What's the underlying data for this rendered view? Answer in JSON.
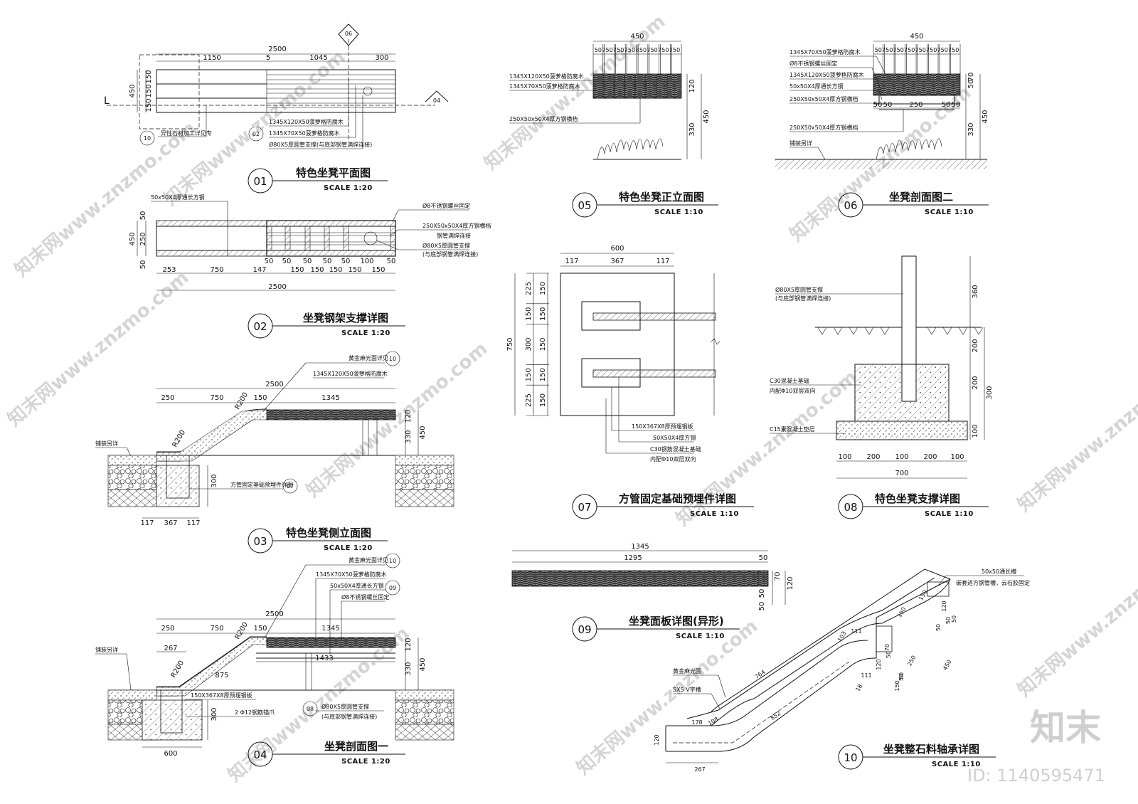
{
  "drawings": [
    {
      "num": "01",
      "title": "特色坐凳平面图",
      "scale": "SCALE 1:20"
    },
    {
      "num": "02",
      "title": "坐凳钢架支撑详图",
      "scale": "SCALE 1:20"
    },
    {
      "num": "03",
      "title": "特色坐凳侧立面图",
      "scale": "SCALE 1:20"
    },
    {
      "num": "04",
      "title": "坐凳剖面图一",
      "scale": "SCALE 1:20"
    },
    {
      "num": "05",
      "title": "特色坐凳正立面图",
      "scale": "SCALE 1:10"
    },
    {
      "num": "06",
      "title": "坐凳剖面图二",
      "scale": "SCALE 1:10"
    },
    {
      "num": "07",
      "title": "方管固定基础预埋件详图",
      "scale": "SCALE 1:10"
    },
    {
      "num": "08",
      "title": "特色坐凳支撑详图",
      "scale": "SCALE 1:10"
    },
    {
      "num": "09",
      "title": "坐凳面板详图(异形)",
      "scale": "SCALE 1:10"
    },
    {
      "num": "10",
      "title": "坐凳整石料轴承详图",
      "scale": "SCALE 1:10"
    }
  ],
  "d01": {
    "dims_top": [
      "2500",
      "1150",
      "5",
      "1045",
      "300"
    ],
    "dims_left": [
      "450",
      "150",
      "150",
      "150"
    ],
    "notes": [
      "异性石材加工详见专"
    ],
    "callouts": [
      "1345X120X50菠萝格防腐木",
      "1345X70X50菠萝格防腐木",
      "Ø80X5厚圆管支撑(与底部钢管满焊连接)"
    ],
    "tags": [
      "06",
      "04",
      "10",
      "02"
    ],
    "section_mark": "L"
  },
  "d02": {
    "dims_bottom": [
      "253",
      "750",
      "147",
      "50",
      "50",
      "150",
      "50",
      "150",
      "50",
      "150",
      "50",
      "150",
      "100",
      "150",
      "50"
    ],
    "total": "2500",
    "dims_left": [
      "450",
      "50",
      "250",
      "50"
    ],
    "callouts": [
      "50x50X4厚通长方钢",
      "Ø8不锈钢螺丝固定",
      "250X50x50X4厚方钢横档",
      "钢管满焊连接",
      "Ø80X5厚圆管支撑",
      "(与底部钢管满焊连接)"
    ]
  },
  "d03": {
    "dims_top": [
      "2500",
      "250",
      "750",
      "R200",
      "150",
      "1345"
    ],
    "dims_right": [
      "120",
      "330",
      "450"
    ],
    "dims_bottom": [
      "117",
      "367",
      "117"
    ],
    "dim_300": "300",
    "callouts": [
      "黄金麻光面详见",
      "1345X120X50菠萝格防腐木",
      "铺装另详",
      "方管固定基础预埋件详图"
    ],
    "tags": [
      "10",
      "07"
    ],
    "radius": "R200"
  },
  "d04": {
    "dims_top": [
      "2500",
      "250",
      "750",
      "R200",
      "150",
      "1345"
    ],
    "dims_right": [
      "120",
      "330",
      "450"
    ],
    "dims_misc": [
      "267",
      "R200",
      "1433",
      "875",
      "300",
      "600"
    ],
    "callouts": [
      "黄金麻光面详见",
      "1345X70X50菠萝格防腐木",
      "50x50X4厚通长方钢",
      "Ø8不锈钢螺丝固定",
      "铺装另详",
      "150X367X8厚预埋钢板",
      "2 Φ12钢筋锚爪",
      "Ø80X5厚圆管支撑",
      "(与底部钢管满焊连接)"
    ],
    "tags": [
      "10",
      "09",
      "08"
    ]
  },
  "d05": {
    "dims_top": [
      "450",
      "50",
      "7",
      "50",
      "7",
      "50",
      "7",
      "50",
      "8",
      "50",
      "7",
      "50",
      "7",
      "50",
      "7",
      "50"
    ],
    "dims_right": [
      "120",
      "330",
      "450"
    ],
    "callouts": [
      "1345X120X50菠萝格防腐木",
      "1345X70X50菠萝格防腐木",
      "250X50x50X4厚方钢横档"
    ]
  },
  "d06": {
    "dims_top": [
      "450",
      "50",
      "7",
      "50",
      "7",
      "50",
      "7",
      "50",
      "7",
      "50",
      "7",
      "50",
      "7",
      "50",
      "7",
      "50"
    ],
    "dims_right": [
      "50",
      "70",
      "330",
      "450"
    ],
    "dims_mid": [
      "50",
      "50",
      "250",
      "50",
      "50"
    ],
    "callouts": [
      "1345X70X50菠萝格防腐木",
      "Ø8不锈钢螺丝固定",
      "1345X120X50菠萝格防腐木",
      "50x50X4厚通长方钢",
      "250X50x50X4厚方钢横档",
      "250X50x50X4厚方钢横档",
      "铺装另详"
    ]
  },
  "d07": {
    "dims_top": [
      "600",
      "117",
      "367",
      "117"
    ],
    "dims_left_outer": [
      "750"
    ],
    "dims_left": [
      "225",
      "150",
      "300",
      "150",
      "225"
    ],
    "dims_left_inner": [
      "150",
      "150",
      "150",
      "150",
      "150"
    ],
    "callouts": [
      "150X367X8厚预埋钢板",
      "50X50X4厚方钢",
      "C30钢筋混凝土基础",
      "内配Φ10双层双向"
    ]
  },
  "d08": {
    "dims_right": [
      "360",
      "200",
      "200",
      "300",
      "100"
    ],
    "dims_bottom": [
      "100",
      "200",
      "100",
      "200",
      "100"
    ],
    "total": "700",
    "callouts": [
      "Ø80X5厚圆管支撑",
      "(与底部钢管满焊连接)",
      "C30混凝土基础",
      "内配Φ10双层双向",
      "C15素混凝土垫层"
    ]
  },
  "d09": {
    "dims_top": [
      "1345",
      "1295",
      "50"
    ],
    "dims_right": [
      "50",
      "70",
      "120",
      "50"
    ]
  },
  "d10": {
    "callouts": [
      "50x50通长槽",
      "嵌套进方钢管槽，云石胶固定",
      "黄金麻光面",
      "5X5 V字槽"
    ],
    "dims": [
      "120",
      "150",
      "150",
      "103",
      "111",
      "120",
      "50",
      "70",
      "111",
      "18",
      "150",
      "50",
      "250",
      "50",
      "450",
      "50",
      "50",
      "764",
      "178",
      "108",
      "852",
      "120",
      "267",
      "50"
    ]
  },
  "watermark": {
    "text": "知末网www.znzmo.com",
    "logo": "知末",
    "id": "ID: 1140595471"
  }
}
